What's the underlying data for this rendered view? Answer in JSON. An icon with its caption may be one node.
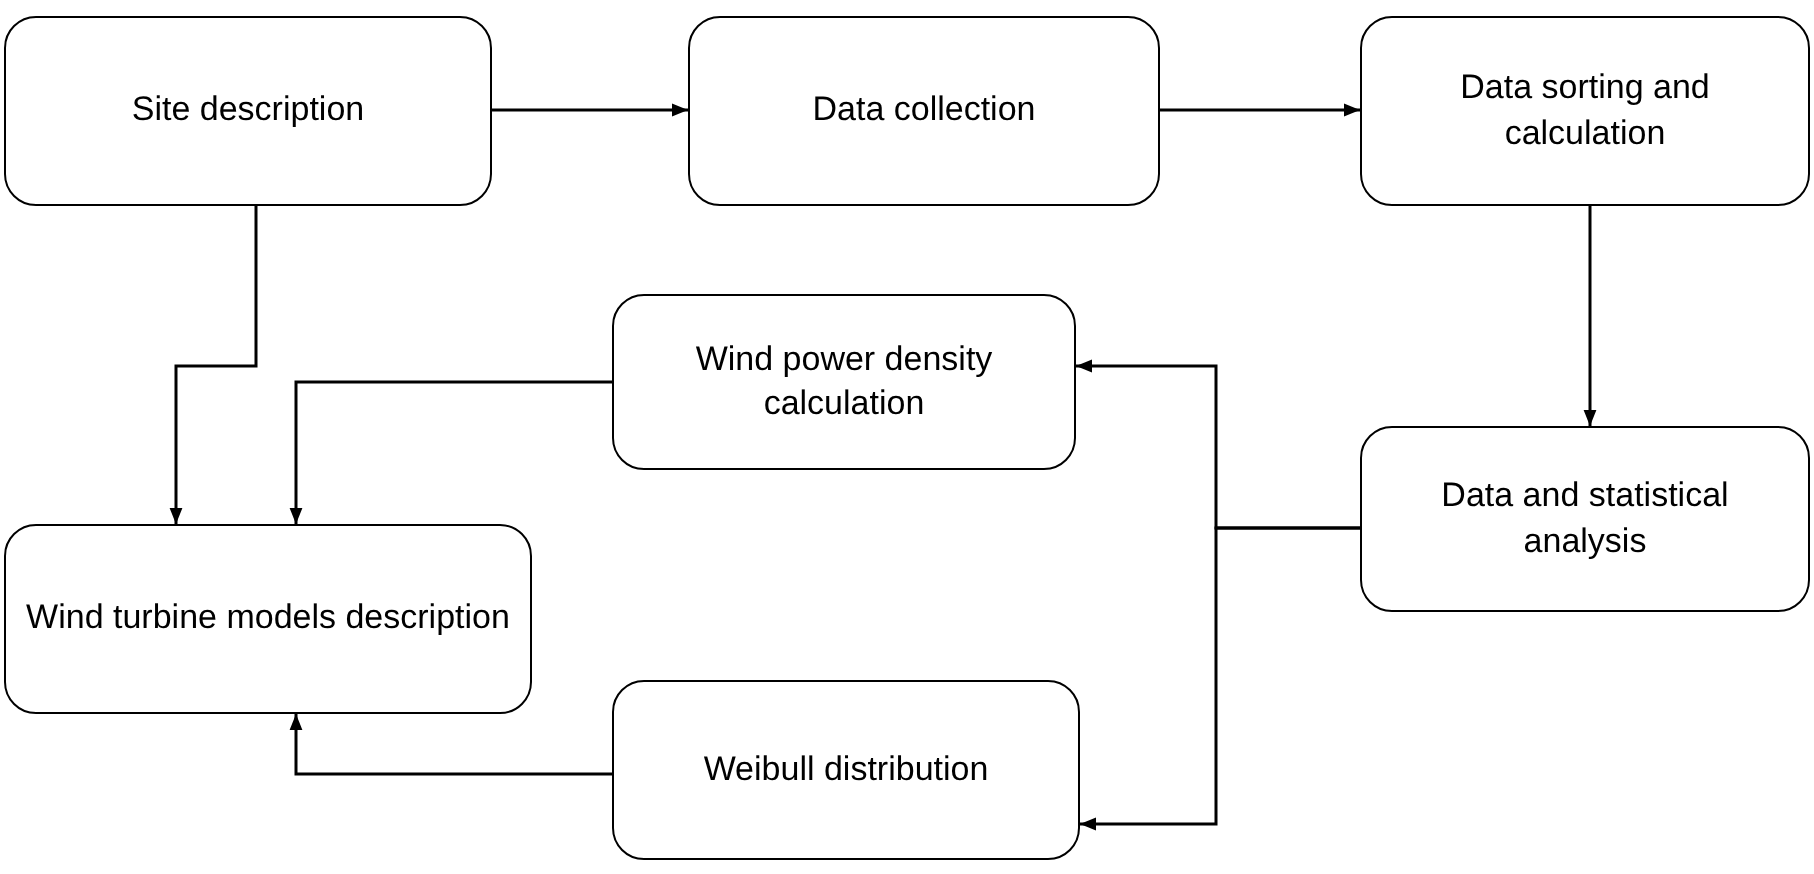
{
  "diagram": {
    "nodes": [
      {
        "text": [
          "Site description"
        ]
      },
      {
        "text": [
          "Data collection"
        ]
      },
      {
        "text": [
          "Data sorting and calculation"
        ]
      },
      {
        "text": [
          "Wind power density calculation"
        ]
      },
      {
        "text": [
          "Data and statistical analysis"
        ]
      },
      {
        "text": [
          "Wind turbine models description"
        ]
      },
      {
        "text": [
          "Weibull distribution"
        ]
      }
    ],
    "edges": [
      {
        "from": 0,
        "to": 1,
        "arrow": "to"
      },
      {
        "from": 1,
        "to": 2,
        "arrow": "to"
      },
      {
        "from": 2,
        "to": 4,
        "arrow": "to"
      },
      {
        "from": 4,
        "to": 3,
        "arrow": "to"
      },
      {
        "from": 4,
        "to": 6,
        "arrow": "to"
      },
      {
        "from": 0,
        "to": 5,
        "arrow": "to"
      },
      {
        "from": 3,
        "to": 5,
        "arrow": "to"
      },
      {
        "from": 6,
        "to": 5,
        "arrow": "to"
      }
    ]
  }
}
